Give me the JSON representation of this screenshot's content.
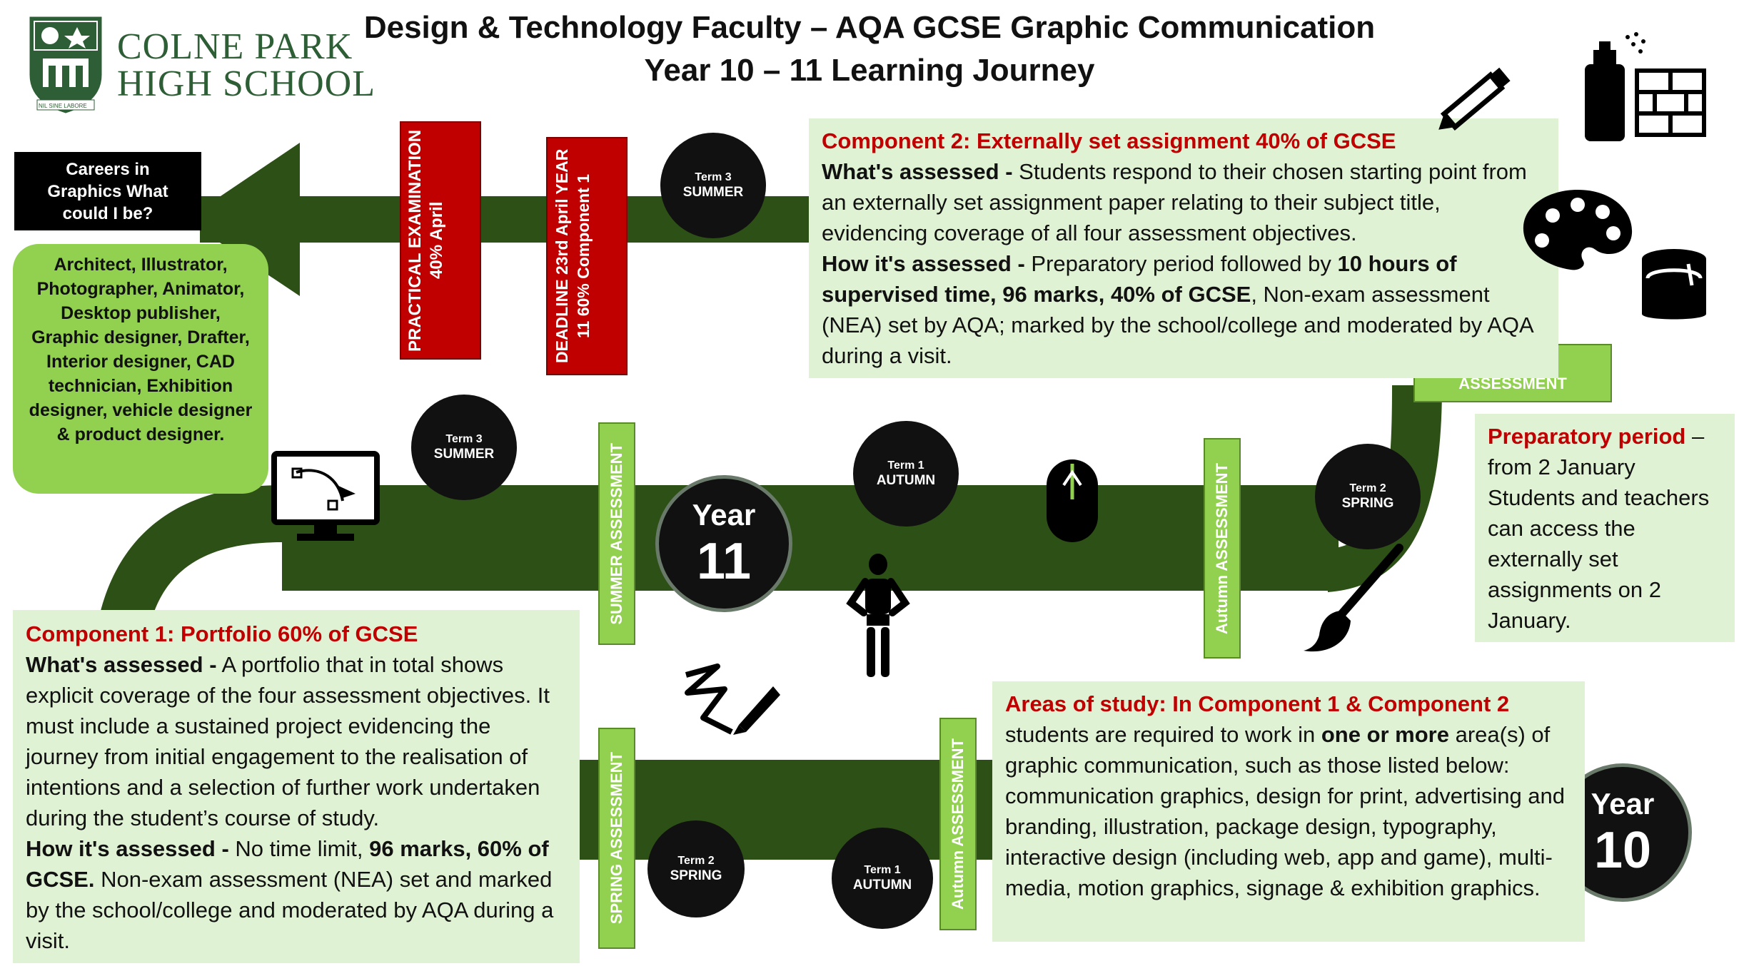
{
  "header": {
    "school_line1": "COLNE PARK",
    "school_line2": "HIGH SCHOOL",
    "motto": "NIL SINE LABORE",
    "title_line1": "Design & Technology Faculty – AQA GCSE Graphic Communication",
    "title_line2": "Year 10 – 11 Learning Journey"
  },
  "colors": {
    "road": "#2d5016",
    "light_box": "#e0f2d4",
    "green_box": "#92d050",
    "red_heading": "#c00000",
    "red_bar": "#c00000"
  },
  "careers": {
    "heading": "Careers in Graphics What could I be?",
    "list": "Architect, Illustrator, Photographer, Animator, Desktop publisher, Graphic designer, Drafter, Interior designer, CAD technician, Exhibition designer, vehicle designer & product designer."
  },
  "bars": {
    "practical_exam": "PRACTICAL EXAMINATION 40% April",
    "deadline": "DEADLINE 23rd April YEAR 11 60% Component 1",
    "summer_assessment": "SUMMER ASSESSMENT",
    "autumn_assessment_y11": "Autumn ASSESSMENT",
    "spring_assessment_y10": "SPRING ASSESSMENT",
    "autumn_assessment_y10": "Autumn ASSESSMENT",
    "spring_assessment_top": "SPRING ASSESSMENT"
  },
  "terms": {
    "term_label_3": "Term 3",
    "term_label_2": "Term 2",
    "term_label_1": "Term 1",
    "summer": "SUMMER",
    "spring": "SPRING",
    "autumn": "AUTUMN"
  },
  "years": {
    "label": "Year",
    "y11": "11",
    "y10": "10"
  },
  "component2": {
    "heading": "Component 2: Externally set assignment 40% of GCSE",
    "whats_label": "What's assessed -",
    "whats_text": " Students respond to their chosen starting point from an externally set assignment paper relating to their subject title, evidencing coverage of all four assessment objectives.",
    "how_label": "How it's assessed -",
    "how_text1": " Preparatory period followed by ",
    "how_bold": "10 hours of supervised time, 96 marks, 40% of GCSE",
    "how_text2": ", Non-exam assessment (NEA) set by AQA; marked by the school/college and moderated by AQA during a visit."
  },
  "preparatory": {
    "heading": "Preparatory period",
    "dash": " –",
    "text": "from 2 January Students and teachers can access the externally set assignments on 2 January."
  },
  "component1": {
    "heading": "Component 1: Portfolio 60% of GCSE",
    "whats_label": "What's assessed -",
    "whats_text": " A portfolio that in total shows explicit coverage of the four assessment objectives. It must include a sustained project evidencing the journey from initial engagement to the realisation of intentions and a selection of further work undertaken during the student’s course of study.",
    "how_label": "How it's assessed -",
    "how_text1": " No time limit, ",
    "how_bold": "96 marks, 60% of GCSE.",
    "how_text2": "  Non-exam assessment (NEA) set and marked by the school/college and moderated by AQA during a visit."
  },
  "areas": {
    "heading": "Areas of study: In Component 1 & Component 2",
    "text1": "students are required to work in ",
    "bold": "one or more",
    "text2": " area(s) of graphic communication, such as those listed below: communication graphics, design for print, advertising and branding, illustration, package design, typography, interactive design (including web, app and game), multi-media, motion graphics, signage & exhibition graphics."
  },
  "icons": [
    "school-crest-icon",
    "pencil-icon",
    "spray-can-icon",
    "brick-wall-icon",
    "paint-palette-icon",
    "paint-bucket-icon",
    "computer-monitor-icon",
    "mouse-icon",
    "mannequin-icon",
    "pen-tablet-icon",
    "paintbrush-icon"
  ]
}
